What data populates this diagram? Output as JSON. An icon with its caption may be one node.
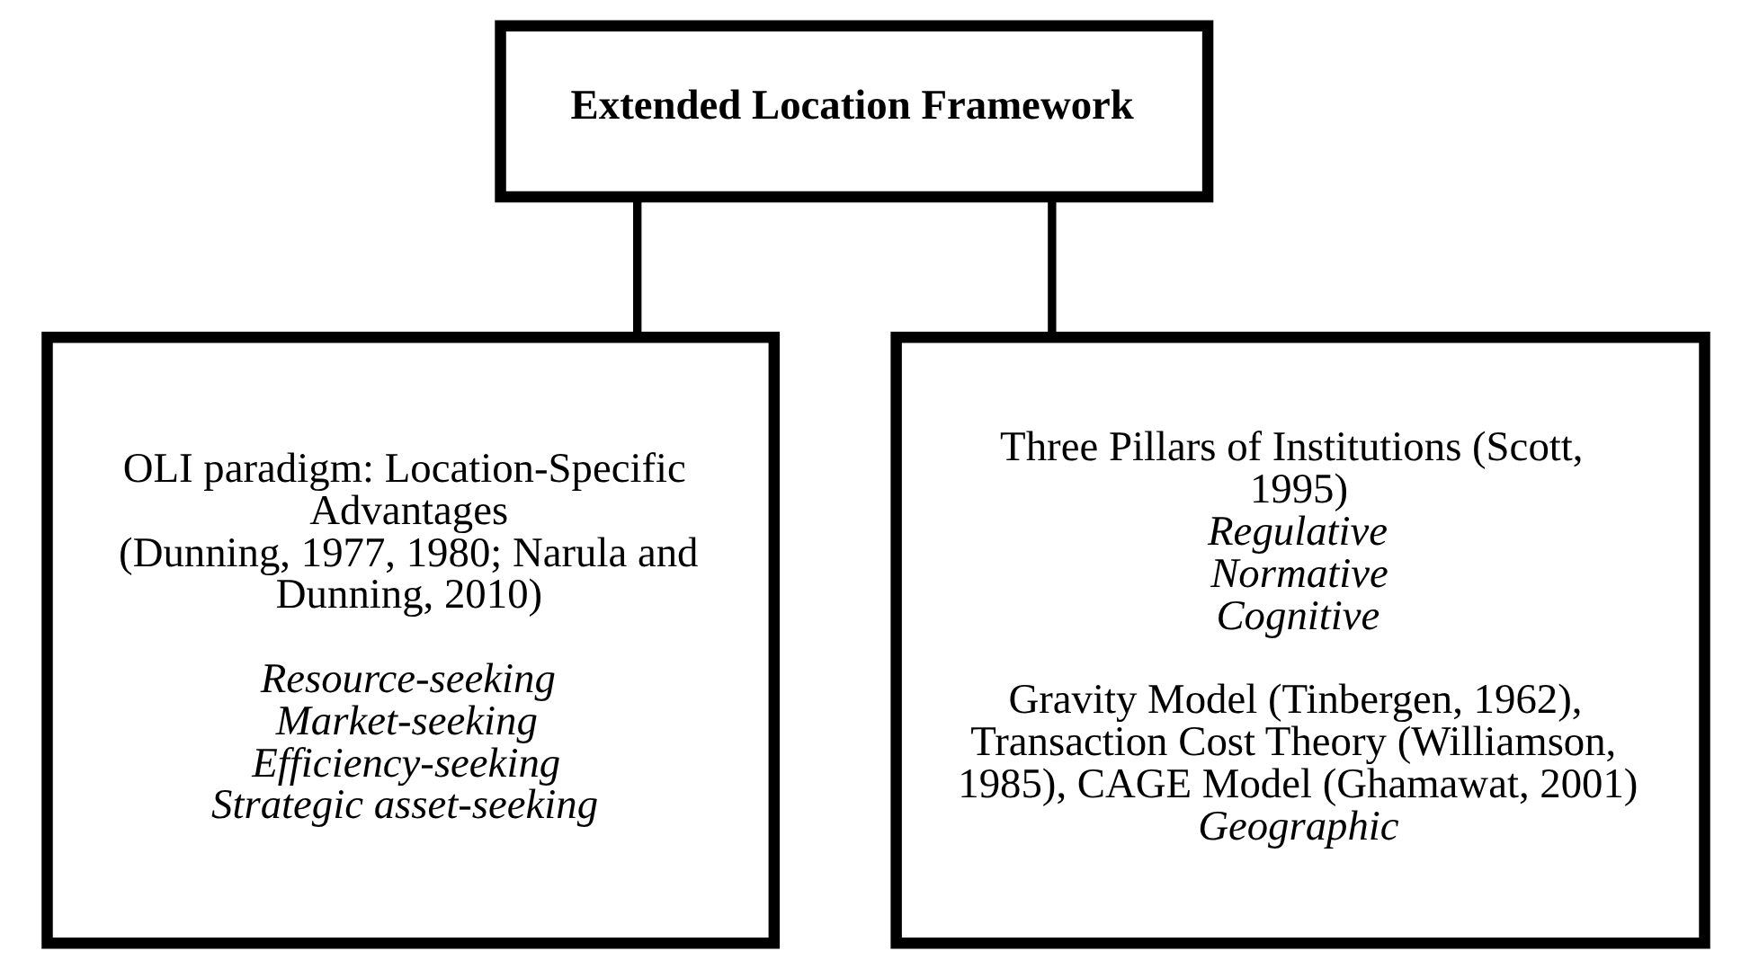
{
  "diagram": {
    "nodes": [
      {
        "text": [
          "Extended Location Framework"
        ]
      },
      {
        "text": [
          "OLI paradigm: Location-Specific Advantages",
          "(Dunning, 1977, 1980; Narula and Dunning, 2010)",
          "Resource-seeking",
          "Market-seeking",
          "Efficiency-seeking",
          "Strategic asset-seeking"
        ]
      },
      {
        "text": [
          "Three Pillars of Institutions (Scott, 1995)",
          "Regulative",
          "Normative",
          "Cognitive",
          "Gravity Model (Tinbergen, 1962), Transaction Cost Theory (Williamson, 1985), CAGE Model (Ghamawat, 2001)",
          "Geographic"
        ]
      }
    ],
    "edges": [
      {
        "from": 0,
        "to": 1,
        "arrow": "none"
      },
      {
        "from": 0,
        "to": 2,
        "arrow": "none"
      }
    ]
  }
}
